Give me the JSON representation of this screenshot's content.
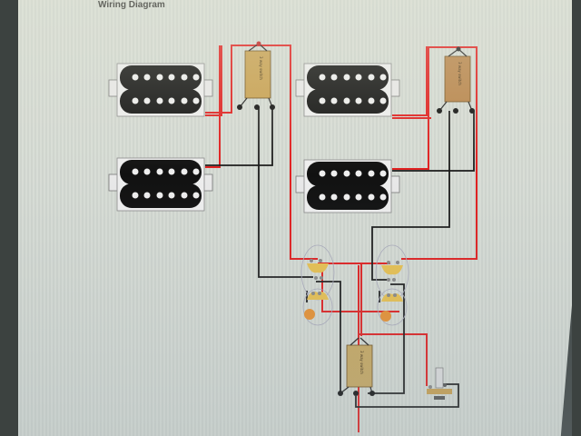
{
  "title": "Wiring Diagram",
  "components": {
    "pickups": [
      {
        "id": "pickup-1",
        "type": "humbucker",
        "pole_pieces": 6
      },
      {
        "id": "pickup-2",
        "type": "humbucker",
        "pole_pieces": 6
      },
      {
        "id": "pickup-3",
        "type": "humbucker",
        "pole_pieces": 6
      },
      {
        "id": "pickup-4",
        "type": "humbucker",
        "pole_pieces": 6
      }
    ],
    "switches": [
      {
        "id": "switch-left",
        "label": "3 way switch"
      },
      {
        "id": "switch-right",
        "label": "3 way switch"
      },
      {
        "id": "switch-bottom",
        "label": "3 way switch"
      }
    ],
    "pots": [
      {
        "id": "pot-left"
      },
      {
        "id": "pot-right"
      }
    ],
    "output_jack": {
      "id": "output-jack"
    }
  },
  "wire_colors": {
    "hot": "#e02020",
    "ground": "#1a1a1a"
  },
  "colors": {
    "switch_body": "#c8a050",
    "pot_lug": "#e8c050",
    "pot_knob": "#e89030"
  }
}
